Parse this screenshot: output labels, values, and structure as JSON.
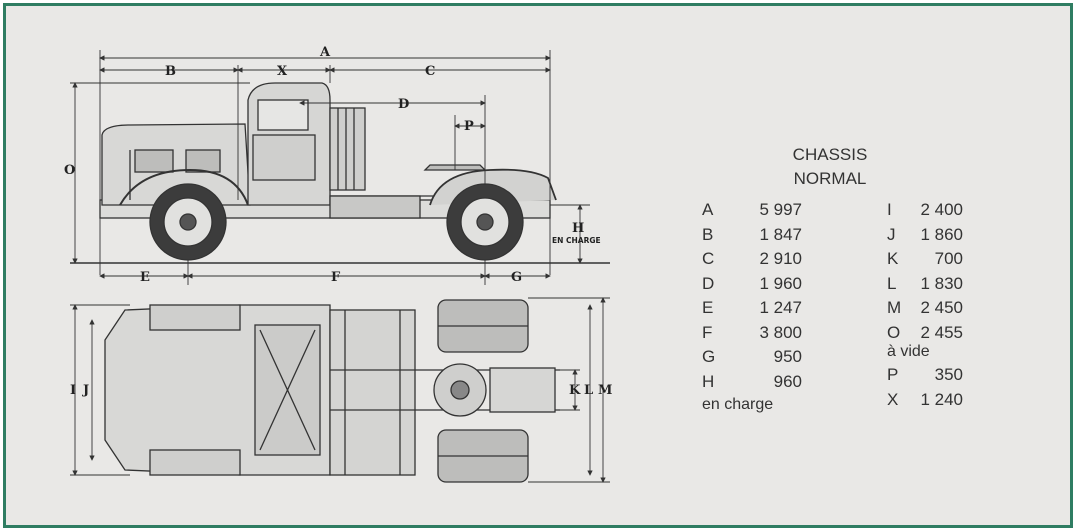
{
  "title": {
    "line1": "CHASSIS",
    "line2": "NORMAL"
  },
  "specs_left": [
    {
      "key": "A",
      "value": "5 997"
    },
    {
      "key": "B",
      "value": "1 847"
    },
    {
      "key": "C",
      "value": "2 910"
    },
    {
      "key": "D",
      "value": "1 960"
    },
    {
      "key": "E",
      "value": "1 247"
    },
    {
      "key": "F",
      "value": "3 800"
    },
    {
      "key": "G",
      "value": "950"
    },
    {
      "key": "H",
      "value": "960",
      "note": "en charge"
    }
  ],
  "specs_right": [
    {
      "key": "I",
      "value": "2 400"
    },
    {
      "key": "J",
      "value": "1 860"
    },
    {
      "key": "K",
      "value": "700"
    },
    {
      "key": "L",
      "value": "1 830"
    },
    {
      "key": "M",
      "value": "2 450"
    },
    {
      "key": "O",
      "value": "2 455",
      "note": "à vide"
    },
    {
      "key": "P",
      "value": "350"
    },
    {
      "key": "X",
      "value": "1 240"
    }
  ],
  "diagram_labels": {
    "A": "A",
    "B": "B",
    "X": "X",
    "C": "C",
    "D": "D",
    "P": "P",
    "O": "O",
    "H": "H",
    "H_note": "EN CHARGE",
    "E": "E",
    "F": "F",
    "G": "G",
    "I": "I",
    "J": "J",
    "K": "K",
    "L": "L",
    "M": "M"
  },
  "colors": {
    "border": "#2f7d62",
    "background": "#e9e8e6",
    "ink": "#333333"
  }
}
